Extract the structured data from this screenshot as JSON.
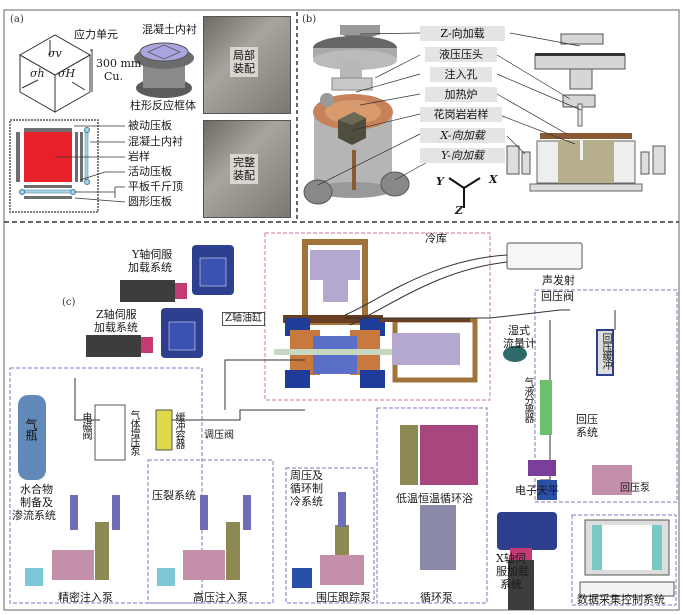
{
  "figure": {
    "panels": {
      "a": {
        "tag": "(a)",
        "stress_unit": {
          "title": "应力单元",
          "sigma_v": "σv",
          "sigma_h": "σh",
          "sigma_H": "σH",
          "size_line1": "300 mm",
          "size_line2": "Cu."
        },
        "cylinder": {
          "top_label": "混凝土内衬",
          "bottom_label": "柱形反应框体"
        },
        "photos": {
          "top_label_line1": "局部",
          "top_label_line2": "装配",
          "bottom_label_line1": "完整",
          "bottom_label_line2": "装配"
        },
        "cross_section_labels": [
          "被动压板",
          "混凝土内衬",
          "岩样",
          "活动压板",
          "平板千斤顶",
          "圆形压板"
        ],
        "colors": {
          "rock_sample": "#e8202a",
          "plates": "#6e6e6e",
          "jack": "#a9d4e6"
        }
      },
      "b": {
        "tag": "(b)",
        "labels": [
          "Z-向加载",
          "液压压头",
          "注入孔",
          "加热炉",
          "花岗岩岩样",
          "X-向加载",
          "Y-向加载"
        ],
        "axes": {
          "x": "X",
          "y": "Y",
          "z": "Z"
        },
        "colors": {
          "furnace": "#c8825a",
          "rock": "#6b6a55",
          "steel": "#b9b9b9"
        }
      },
      "c": {
        "tag": "(c)",
        "cold_storage": "冷库",
        "acoustic_emission": "声发射",
        "y_axis_servo_line1": "Y轴伺服",
        "y_axis_servo_line2": "加载系统",
        "z_axis_servo_line1": "Z轴伺服",
        "z_axis_servo_line2": "加载系统",
        "z_axis_cylinder": "Z轴油缸",
        "x_axis_servo_line1": "X轴伺",
        "x_axis_servo_line2": "服加载",
        "x_axis_servo_line3": "系统",
        "gas_cylinder": "气瓶",
        "solenoid_valve": "电磁阀",
        "gas_booster_pump": "气体增压泵",
        "buffer_vessel": "缓冲容器",
        "pressure_regulator": "调压阀",
        "hydrate_system_line1": "水合物",
        "hydrate_system_line2": "制备及",
        "hydrate_system_line3": "渗流系统",
        "fracturing_system": "压裂系统",
        "confining_system_line1": "周压及",
        "confining_system_line2": "循环制",
        "confining_system_line3": "冷系统",
        "low_temp_bath": "低温恒温循环浴",
        "precision_pump": "精密注入泵",
        "high_pressure_pump": "高压注入泵",
        "confining_tracking_pump": "围压跟踪泵",
        "circulation_pump": "循环泵",
        "back_pressure_valve": "回压阀",
        "wet_flowmeter_line1": "湿式",
        "wet_flowmeter_line2": "流量计",
        "gas_liquid_separator": "气液分离器",
        "electronic_balance": "电子天平",
        "back_pressure_buffer": "回压缓冲",
        "back_pressure_system_line1": "回压",
        "back_pressure_system_line2": "系统",
        "back_pressure_pump": "回压泵",
        "daq_system": "数据采集控制系统",
        "colors": {
          "servo_blue": "#2e3f8f",
          "cold_room_line": "#d98fb0",
          "frame_brown": "#a0733a",
          "block_orange": "#c87a3e",
          "block_blue": "#1f3c9a",
          "pump_pink": "#c48fa8",
          "pump_olive": "#8c8a52",
          "dash_border": "#7d7bc2"
        }
      }
    }
  }
}
